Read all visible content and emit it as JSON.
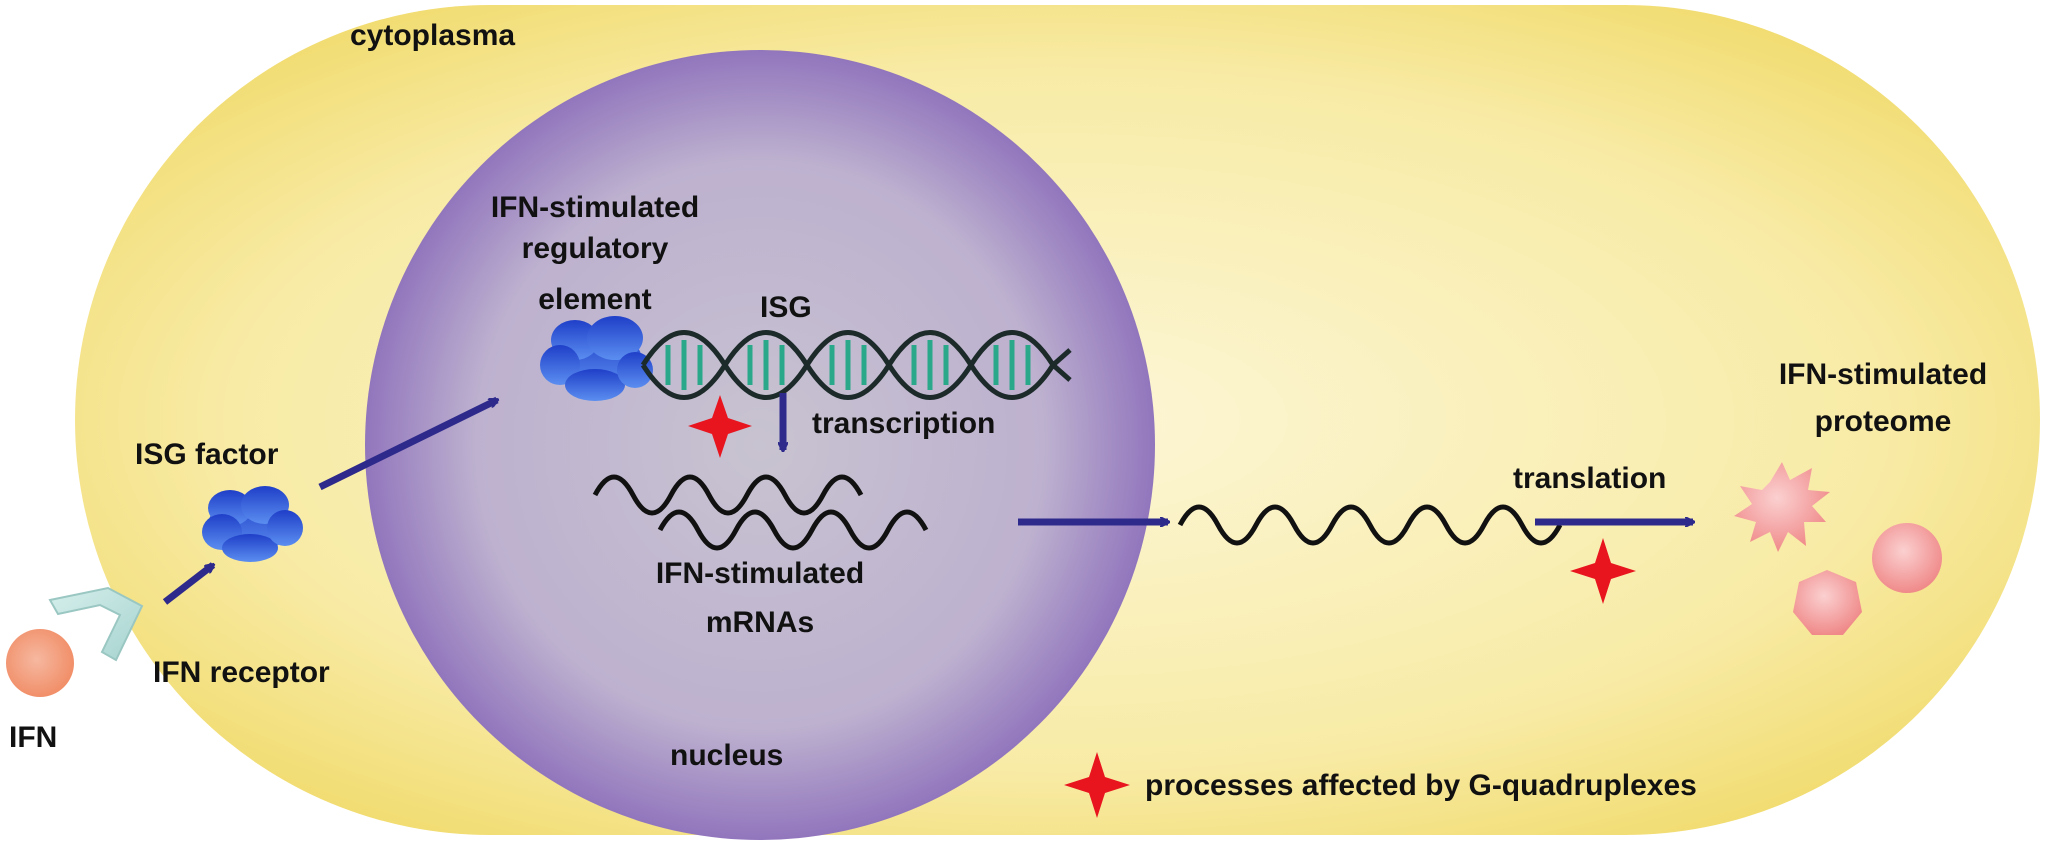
{
  "colors": {
    "cytoplasm_fill": "#f8e89a",
    "cytoplasm_center": "#fbf3cc",
    "nucleus_edge": "#9c82c2",
    "nucleus_center": "#c9c3d4",
    "arrow": "#2e2a8c",
    "star": "#e8141e",
    "protein": "#f59a9a",
    "ifn": "#f4a07a",
    "receptor": "#bfe3e0",
    "isg_factor": "#2a4fd6",
    "dna_backbone": "#1c2a2a",
    "dna_rungs": "#2aa88a"
  },
  "labels": {
    "cytoplasm": "cytoplasma",
    "nucleus": "nucleus",
    "isre_line1": "IFN-stimulated",
    "isre_line2": "regulatory",
    "isre_line3": "element",
    "isg": "ISG",
    "transcription": "transcription",
    "mrnas_line1": "IFN-stimulated",
    "mrnas_line2": "mRNAs",
    "isg_factor": "ISG factor",
    "ifn_receptor": "IFN receptor",
    "ifn": "IFN",
    "translation": "translation",
    "proteome_line1": "IFN-stimulated",
    "proteome_line2": "proteome",
    "legend_text": "processes affected by G-quadruplexes"
  },
  "icons": {
    "star": "red-four-point-star",
    "arrow": "dark-blue-arrow",
    "isg_factor": "blue-cloud-protein",
    "receptor": "chevron-receptor",
    "ifn": "orange-sphere",
    "mrna": "wavy-line",
    "dna": "double-helix"
  }
}
